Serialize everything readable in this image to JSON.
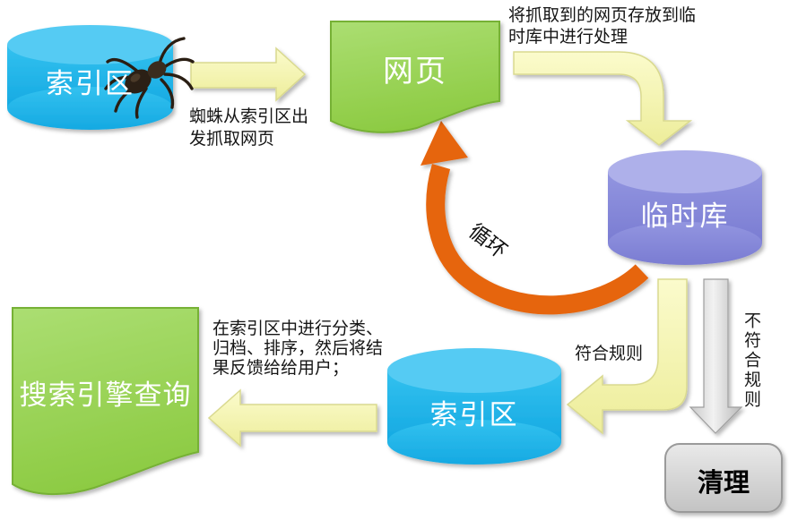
{
  "nodes": {
    "index_top": "索引区",
    "webpage": "网页",
    "temp_db": "临时库",
    "index_bottom": "索引区",
    "search_query": "搜索引擎查询",
    "cleanup": "清理"
  },
  "labels": {
    "spider_note": "蜘蛛从索引区出发抓取网页",
    "store_note": "将抓取到的网页存放到临时库中进行处理",
    "loop": "循环",
    "match_rule": "符合规则",
    "no_match_rule": "不符合规则",
    "feedback_note": "在索引区中进行分类、归档、排序，然后将结果反馈给给用户；"
  },
  "colors": {
    "cyan_cylinder": "#1FB6EB",
    "purple_cylinder": "#8587DB",
    "green_shape": "#97D052",
    "green_border": "#76B136",
    "yellow_arrow": "#F6F6AF",
    "yellow_border": "#D9D98F",
    "orange_arrow": "#E6650E",
    "gray_arrow": "#D6D6D6",
    "gray_box": "#CDCDCD",
    "text_dark": "#151515",
    "text_white": "#FFFFFF"
  }
}
